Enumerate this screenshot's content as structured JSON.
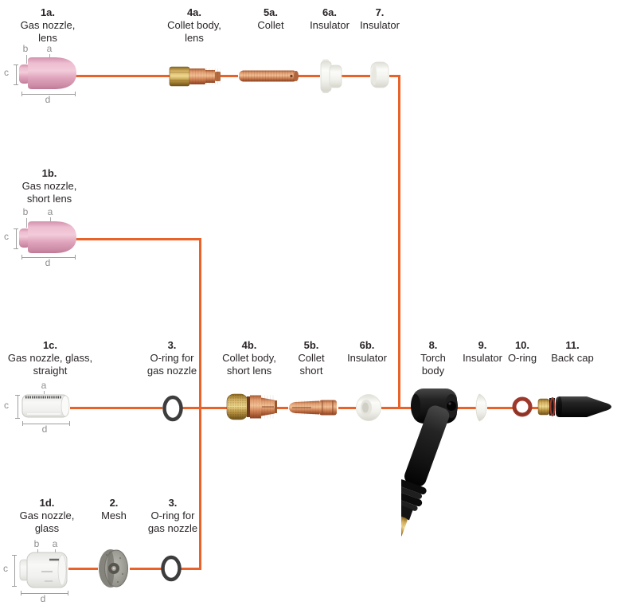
{
  "palette": {
    "wire": "#E8622A",
    "text": "#2A2527",
    "dim": "#8E8E8E",
    "pink": "#E0A8BE",
    "copper": "#C97C52",
    "brass": "#C4A257",
    "white_part": "#F2F2EC",
    "black_part": "#1A1A1A",
    "red_oring": "#9C392C",
    "black_oring": "#3D3D3D"
  },
  "dims": {
    "a": "a",
    "b": "b",
    "c": "c",
    "d": "d"
  },
  "parts": {
    "p1a": {
      "num": "1a.",
      "l1": "Gas nozzle,",
      "l2": "lens"
    },
    "p4a": {
      "num": "4a.",
      "l1": "Collet body,",
      "l2": "lens"
    },
    "p5a": {
      "num": "5a.",
      "l1": "Collet"
    },
    "p6a": {
      "num": "6a.",
      "l1": "Insulator"
    },
    "p7": {
      "num": "7.",
      "l1": "Insulator"
    },
    "p1b": {
      "num": "1b.",
      "l1": "Gas nozzle,",
      "l2": "short lens"
    },
    "p1c": {
      "num": "1c.",
      "l1": "Gas nozzle, glass,",
      "l2": "straight"
    },
    "p3_row3": {
      "num": "3.",
      "l1": "O-ring for",
      "l2": "gas nozzle"
    },
    "p4b": {
      "num": "4b.",
      "l1": "Collet body,",
      "l2": "short lens"
    },
    "p5b": {
      "num": "5b.",
      "l1": "Collet",
      "l2": "short"
    },
    "p6b": {
      "num": "6b.",
      "l1": "Insulator"
    },
    "p8": {
      "num": "8.",
      "l1": "Torch",
      "l2": "body"
    },
    "p9": {
      "num": "9.",
      "l1": "Insulator"
    },
    "p10": {
      "num": "10.",
      "l1": "O-ring"
    },
    "p11": {
      "num": "11.",
      "l1": "Back cap"
    },
    "p1d": {
      "num": "1d.",
      "l1": "Gas nozzle,",
      "l2": "glass"
    },
    "p2": {
      "num": "2.",
      "l1": "Mesh"
    },
    "p3_row4": {
      "num": "3.",
      "l1": "O-ring for",
      "l2": "gas nozzle"
    }
  }
}
